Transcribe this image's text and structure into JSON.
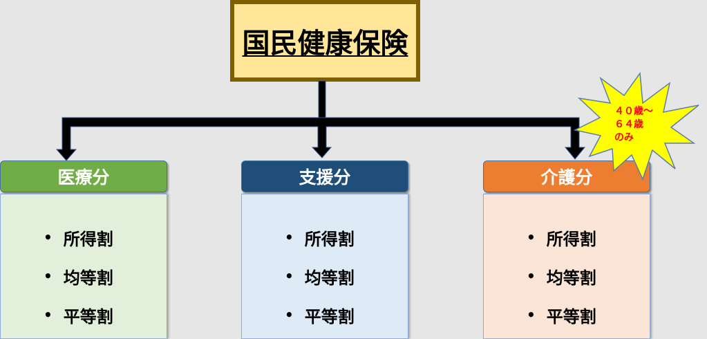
{
  "title": "国民健康保険",
  "branches": [
    {
      "label": "医療分",
      "color": "#70ad47",
      "fill": "#e2efda",
      "items": [
        "所得割",
        "均等割",
        "平等割"
      ]
    },
    {
      "label": "支援分",
      "color": "#1f4e79",
      "fill": "#deebf7",
      "items": [
        "所得割",
        "均等割",
        "平等割"
      ]
    },
    {
      "label": "介護分",
      "color": "#ed7d31",
      "fill": "#fbe5d6",
      "items": [
        "所得割",
        "均等割",
        "平等割"
      ]
    }
  ],
  "note": {
    "lines": [
      "４０歳～",
      "６４歳",
      "のみ"
    ],
    "color": "#ffff00"
  }
}
